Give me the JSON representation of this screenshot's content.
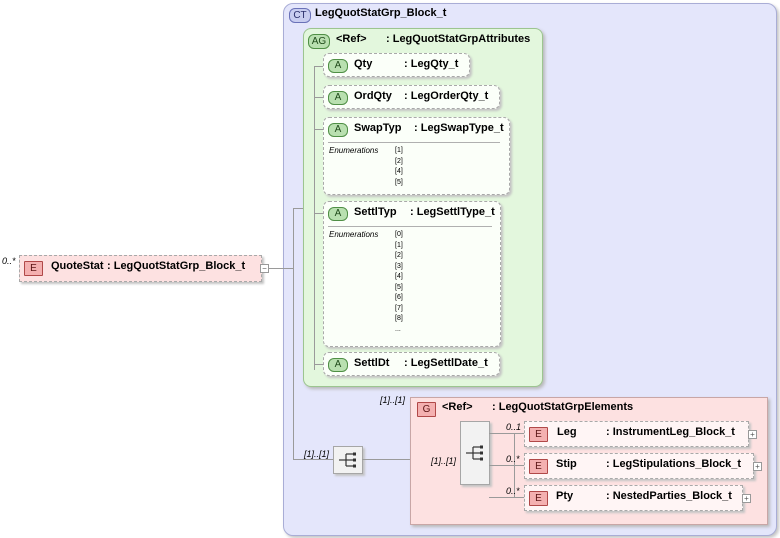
{
  "root": {
    "multiplicity": "0..*",
    "tag": "E",
    "name": "QuoteStat",
    "type": ": LegQuotStatGrp_Block_t",
    "expand": "−"
  },
  "complex_type": {
    "tag": "CT",
    "name": "LegQuotStatGrp_Block_t"
  },
  "attribute_group": {
    "tag": "AG",
    "ref": "<Ref>",
    "name": ": LegQuotStatGrpAttributes"
  },
  "attributes": [
    {
      "tag": "A",
      "name": "Qty",
      "type": ": LegQty_t"
    },
    {
      "tag": "A",
      "name": "OrdQty",
      "type": ": LegOrderQty_t"
    },
    {
      "tag": "A",
      "name": "SwapTyp",
      "type": ": LegSwapType_t",
      "enum_label": "Enumerations",
      "enums": [
        "[1]",
        "[2]",
        "[4]",
        "[5]"
      ]
    },
    {
      "tag": "A",
      "name": "SettlTyp",
      "type": ": LegSettlType_t",
      "enum_label": "Enumerations",
      "enums": [
        "[0]",
        "[1]",
        "[2]",
        "[3]",
        "[4]",
        "[5]",
        "[6]",
        "[7]",
        "[8]",
        "..."
      ]
    },
    {
      "tag": "A",
      "name": "SettlDt",
      "type": ": LegSettlDate_t"
    }
  ],
  "sequence": {
    "multiplicity": "[1]..[1]"
  },
  "group": {
    "multiplicity": "[1]..[1]",
    "tag": "G",
    "ref": "<Ref>",
    "name": ": LegQuotStatGrpElements",
    "inner_multiplicity": "[1]..[1]"
  },
  "elements": [
    {
      "multiplicity": "0..1",
      "tag": "E",
      "name": "Leg",
      "type": ": InstrumentLeg_Block_t",
      "expand": "+"
    },
    {
      "multiplicity": "0..*",
      "tag": "E",
      "name": "Stip",
      "type": ": LegStipulations_Block_t",
      "expand": "+"
    },
    {
      "multiplicity": "0..*",
      "tag": "E",
      "name": "Pty",
      "type": ": NestedParties_Block_t",
      "expand": "+"
    }
  ],
  "colors": {
    "ct_bg": "#e4e6fb",
    "ag_bg": "#e3f7dd",
    "g_bg": "#fde1e1",
    "element_bg": "#fff5f5"
  }
}
